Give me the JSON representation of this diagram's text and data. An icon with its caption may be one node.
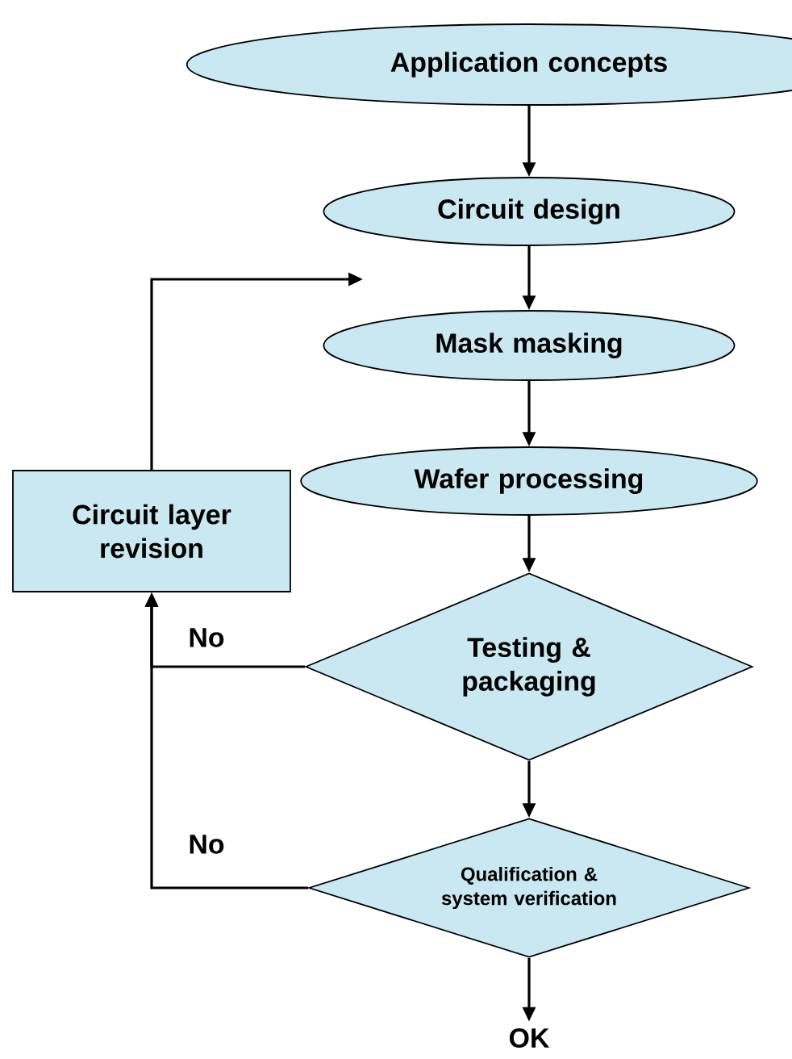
{
  "diagram": {
    "nodes": [
      {
        "text": [
          "Application concepts"
        ]
      },
      {
        "text": [
          "Circuit design"
        ]
      },
      {
        "text": [
          "Mask masking"
        ]
      },
      {
        "text": [
          "Wafer processing"
        ]
      },
      {
        "text": [
          "Circuit layer revision"
        ]
      },
      {
        "text": [
          "Testing & packaging"
        ]
      },
      {
        "text": [
          "Qualification & system verification"
        ]
      },
      {
        "text": [
          "OK"
        ]
      }
    ],
    "edges": [
      {
        "from": 0,
        "to": 1,
        "arrow": "to"
      },
      {
        "from": 1,
        "to": 2,
        "arrow": "to"
      },
      {
        "from": 2,
        "to": 3,
        "arrow": "to"
      },
      {
        "from": 3,
        "to": 5,
        "arrow": "to"
      },
      {
        "from": 5,
        "to": 6,
        "arrow": "to"
      },
      {
        "from": 6,
        "to": 7,
        "arrow": "to"
      },
      {
        "from": 5,
        "to": 4,
        "arrow": "to",
        "label": "No"
      },
      {
        "from": 6,
        "to": 4,
        "arrow": "to",
        "label": "No"
      },
      {
        "from": 4,
        "to": null,
        "arrow": "to"
      }
    ]
  }
}
